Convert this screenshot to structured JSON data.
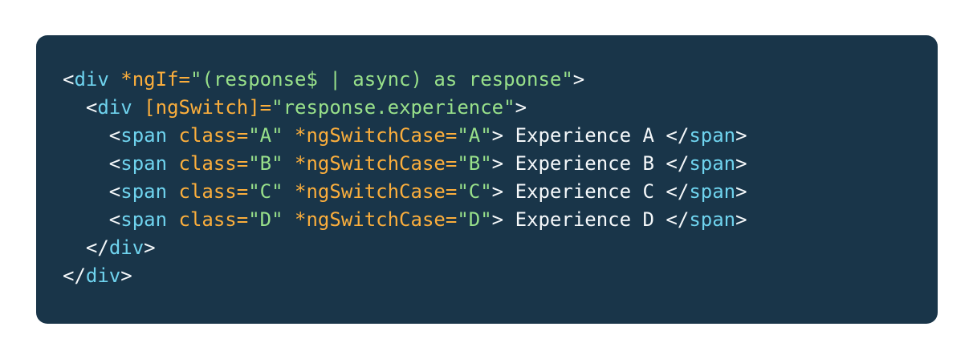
{
  "page": {
    "background_color": "#ffffff"
  },
  "colors": {
    "panel_background": "#193549",
    "tag": "#6fd3ee",
    "attribute": "#fbae3c",
    "string": "#98e08a",
    "plain_text": "#f5f8fa",
    "punctuation": "#f5f8fa"
  },
  "code": {
    "language": "angular-html-template",
    "plain_text_lines": [
      "<div *ngIf=\"(response$ | async) as response\">",
      "  <div [ngSwitch]=\"response.experience\">",
      "    <span class=\"A\" *ngSwitchCase=\"A\"> Experience A </span>",
      "    <span class=\"B\" *ngSwitchCase=\"B\"> Experience B </span>",
      "    <span class=\"C\" *ngSwitchCase=\"C\"> Experience C </span>",
      "    <span class=\"D\" *ngSwitchCase=\"D\"> Experience D </span>",
      "  </div>",
      "</div>"
    ],
    "lines": [
      [
        [
          "punct",
          "<"
        ],
        [
          "tag",
          "div"
        ],
        [
          "plain",
          " "
        ],
        [
          "attr",
          "*ngIf="
        ],
        [
          "string",
          "\"(response$ | async) as response\""
        ],
        [
          "punct",
          ">"
        ]
      ],
      [
        [
          "plain",
          "  "
        ],
        [
          "punct",
          "<"
        ],
        [
          "tag",
          "div"
        ],
        [
          "plain",
          " "
        ],
        [
          "attr",
          "[ngSwitch]="
        ],
        [
          "string",
          "\"response.experience\""
        ],
        [
          "punct",
          ">"
        ]
      ],
      [
        [
          "plain",
          "    "
        ],
        [
          "punct",
          "<"
        ],
        [
          "tag",
          "span"
        ],
        [
          "plain",
          " "
        ],
        [
          "attr",
          "class="
        ],
        [
          "string",
          "\"A\""
        ],
        [
          "plain",
          " "
        ],
        [
          "attr",
          "*ngSwitchCase="
        ],
        [
          "string",
          "\"A\""
        ],
        [
          "punct",
          ">"
        ],
        [
          "plain",
          " Experience A "
        ],
        [
          "punct",
          "</"
        ],
        [
          "tag",
          "span"
        ],
        [
          "punct",
          ">"
        ]
      ],
      [
        [
          "plain",
          "    "
        ],
        [
          "punct",
          "<"
        ],
        [
          "tag",
          "span"
        ],
        [
          "plain",
          " "
        ],
        [
          "attr",
          "class="
        ],
        [
          "string",
          "\"B\""
        ],
        [
          "plain",
          " "
        ],
        [
          "attr",
          "*ngSwitchCase="
        ],
        [
          "string",
          "\"B\""
        ],
        [
          "punct",
          ">"
        ],
        [
          "plain",
          " Experience B "
        ],
        [
          "punct",
          "</"
        ],
        [
          "tag",
          "span"
        ],
        [
          "punct",
          ">"
        ]
      ],
      [
        [
          "plain",
          "    "
        ],
        [
          "punct",
          "<"
        ],
        [
          "tag",
          "span"
        ],
        [
          "plain",
          " "
        ],
        [
          "attr",
          "class="
        ],
        [
          "string",
          "\"C\""
        ],
        [
          "plain",
          " "
        ],
        [
          "attr",
          "*ngSwitchCase="
        ],
        [
          "string",
          "\"C\""
        ],
        [
          "punct",
          ">"
        ],
        [
          "plain",
          " Experience C "
        ],
        [
          "punct",
          "</"
        ],
        [
          "tag",
          "span"
        ],
        [
          "punct",
          ">"
        ]
      ],
      [
        [
          "plain",
          "    "
        ],
        [
          "punct",
          "<"
        ],
        [
          "tag",
          "span"
        ],
        [
          "plain",
          " "
        ],
        [
          "attr",
          "class="
        ],
        [
          "string",
          "\"D\""
        ],
        [
          "plain",
          " "
        ],
        [
          "attr",
          "*ngSwitchCase="
        ],
        [
          "string",
          "\"D\""
        ],
        [
          "punct",
          ">"
        ],
        [
          "plain",
          " Experience D "
        ],
        [
          "punct",
          "</"
        ],
        [
          "tag",
          "span"
        ],
        [
          "punct",
          ">"
        ]
      ],
      [
        [
          "plain",
          "  "
        ],
        [
          "punct",
          "</"
        ],
        [
          "tag",
          "div"
        ],
        [
          "punct",
          ">"
        ]
      ],
      [
        [
          "punct",
          "</"
        ],
        [
          "tag",
          "div"
        ],
        [
          "punct",
          ">"
        ]
      ]
    ]
  }
}
